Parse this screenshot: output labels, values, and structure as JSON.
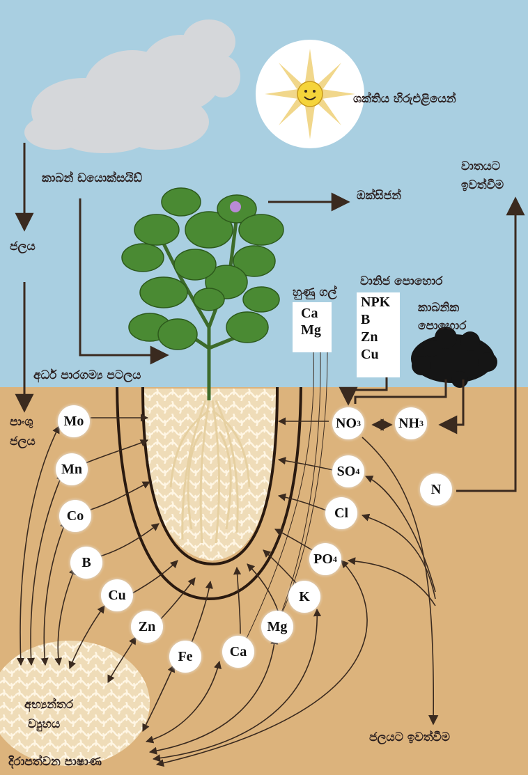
{
  "labels": {
    "energy": "ශක්තිය හිරුඑළියෙන්",
    "co2": "කාබන් ඩයොක්සයිඩ්",
    "oxygen": "ඔක්සිජන්",
    "water": "ජලය",
    "to_air_1": "වාතයට",
    "to_air_2": "ඉවත්වීම",
    "lime": "හුණු ගල්",
    "fertilizer": "වානිජ පොහොර",
    "organic_1": "කාබනික",
    "organic_2": "පොහොර",
    "membrane": "අර්ධ පාරගම්‍ය පටලය",
    "soil_water_1": "පාංශු",
    "soil_water_2": "ජලය",
    "mineral_1": "අභ්‍යන්තර",
    "mineral_2": "ව්‍යුහය",
    "leaching": "ජලයට ඉවත්වීම",
    "rock": "දිරාපත්වන පාෂාණ"
  },
  "lime_box": [
    "Ca",
    "Mg"
  ],
  "fert_box": [
    "NPK",
    "B",
    "Zn",
    "Cu"
  ],
  "nutrients": {
    "Mo": "Mo",
    "Mn": "Mn",
    "Co": "Co",
    "B": "B",
    "Cu": "Cu",
    "Zn": "Zn",
    "Fe": "Fe",
    "Ca": "Ca",
    "Mg": "Mg",
    "K": "K",
    "PO4": "PO",
    "PO4_sub": "4",
    "Cl": "Cl",
    "SO4": "SO",
    "SO4_sub": "4",
    "NO3": "NO",
    "NO3_sub": "3",
    "NH3": "NH",
    "NH3_sub": "3",
    "N": "N"
  },
  "colors": {
    "sky": "#a9cfe1",
    "soil": "#dcb37c",
    "arrow": "#3a2a1f",
    "node_fill": "#ffffff"
  }
}
